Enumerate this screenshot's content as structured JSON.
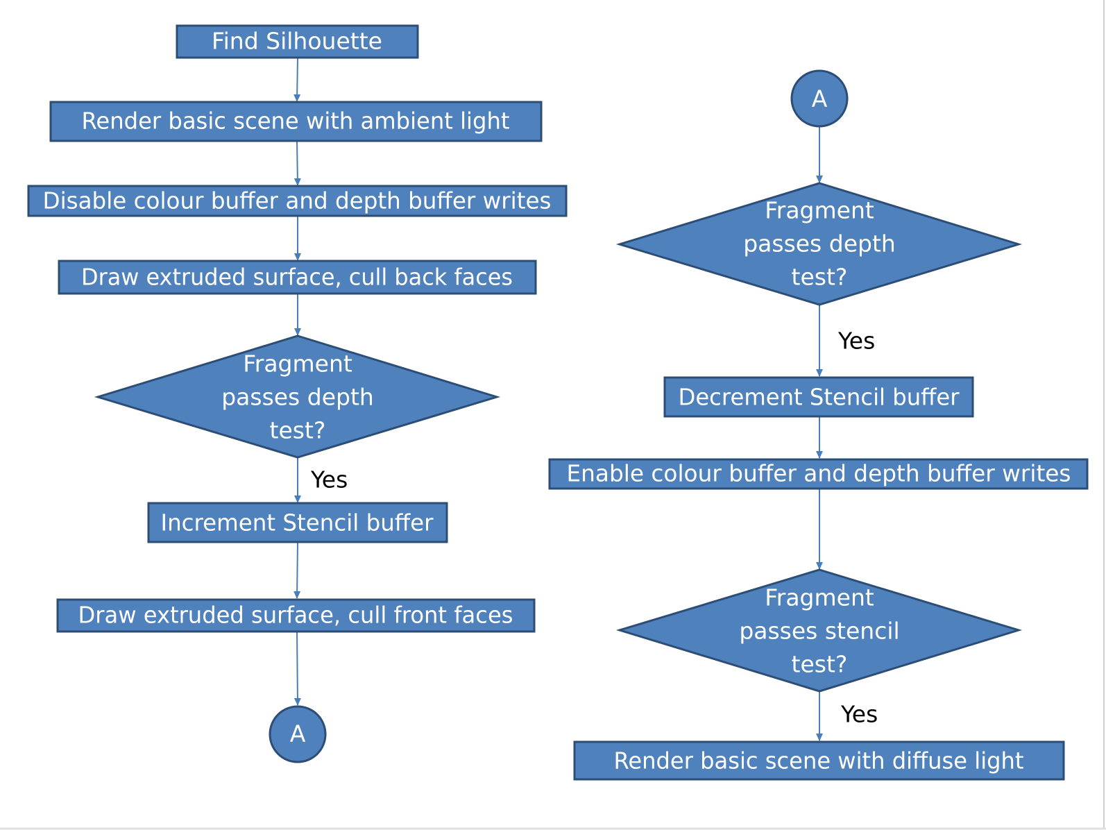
{
  "diagram": {
    "nodes": {
      "find_silhouette": "Find Silhouette",
      "render_ambient": "Render basic scene with ambient light",
      "disable_writes": "Disable colour buffer and depth buffer writes",
      "draw_cull_back": "Draw extruded surface, cull back faces",
      "depth_test_left": [
        "Fragment",
        "passes depth",
        "test?"
      ],
      "increment_stencil": "Increment Stencil buffer",
      "draw_cull_front": "Draw extruded surface, cull front faces",
      "connector_out": "A",
      "connector_in": "A",
      "depth_test_right": [
        "Fragment",
        "passes depth",
        "test?"
      ],
      "decrement_stencil": "Decrement Stencil buffer",
      "enable_writes": "Enable colour buffer and depth buffer writes",
      "stencil_test": [
        "Fragment",
        "passes stencil",
        "test?"
      ],
      "render_diffuse": "Render basic scene with diffuse light"
    },
    "edge_labels": {
      "yes_left": "Yes",
      "yes_right_depth": "Yes",
      "yes_right_stencil": "Yes"
    },
    "colors": {
      "node_fill": "#4f81bd",
      "node_stroke": "#2c4d75",
      "connector": "#4a7ebb",
      "node_text": "#ffffff",
      "label_text": "#000000"
    }
  }
}
